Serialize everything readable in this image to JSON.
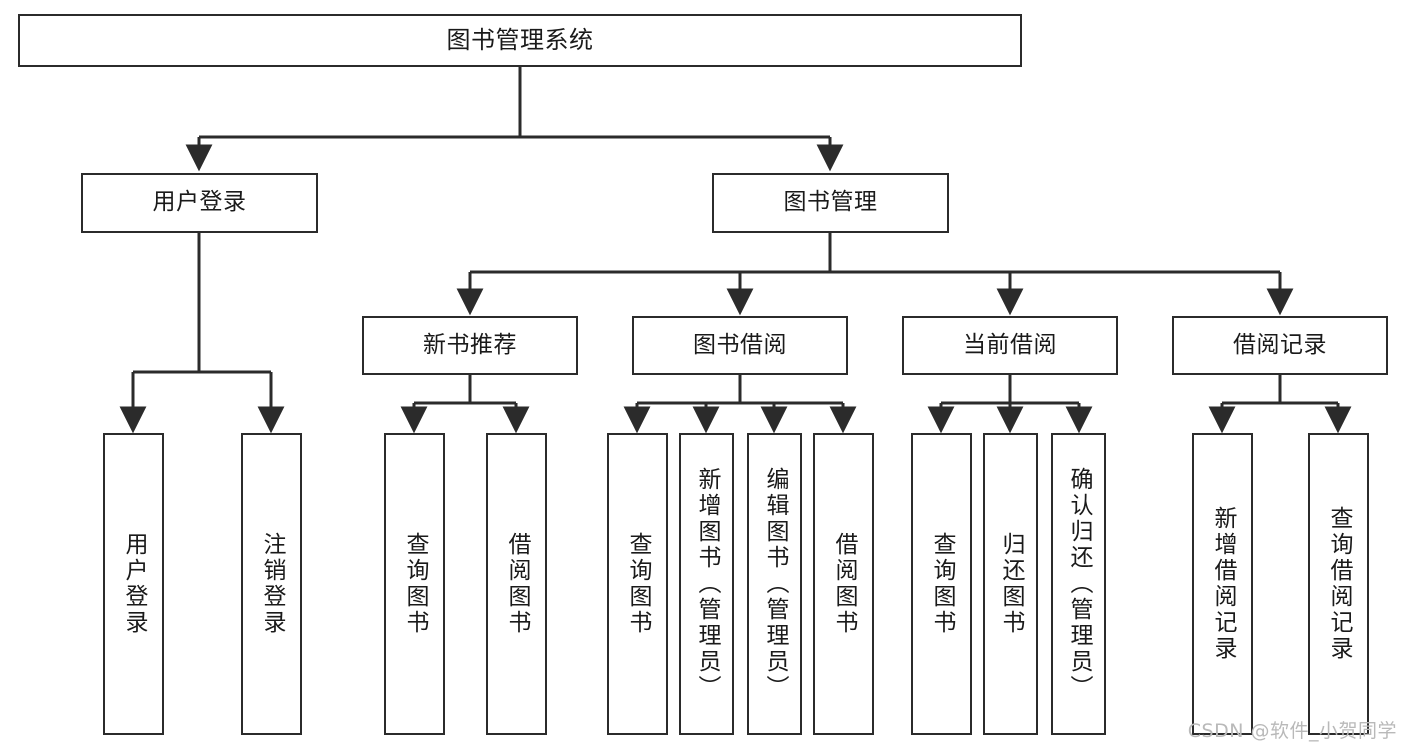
{
  "diagram": {
    "title": "图书管理系统",
    "type": "hierarchy-tree",
    "watermark": "CSDN @软件_小贺同学",
    "colors": {
      "box_border": "#2b2b2b",
      "box_fill": "#ffffff",
      "edge": "#2b2b2b",
      "watermark": "#b9b9b9",
      "background": "#ffffff"
    },
    "nodes": {
      "root": {
        "label": "图书管理系统"
      },
      "level2": [
        {
          "label": "用户登录"
        },
        {
          "label": "图书管理"
        }
      ],
      "level3": [
        {
          "label": "新书推荐"
        },
        {
          "label": "图书借阅"
        },
        {
          "label": "当前借阅"
        },
        {
          "label": "借阅记录"
        }
      ],
      "leaves": {
        "user_login": [
          {
            "label": "用户登录"
          },
          {
            "label": "注销登录"
          }
        ],
        "new_book_recommend": [
          {
            "label": "查询图书"
          },
          {
            "label": "借阅图书"
          }
        ],
        "book_borrow": [
          {
            "label": "查询图书"
          },
          {
            "label": "新增图书（管理员）"
          },
          {
            "label": "编辑图书（管理员）"
          },
          {
            "label": "借阅图书"
          }
        ],
        "current_borrow": [
          {
            "label": "查询图书"
          },
          {
            "label": "归还图书"
          },
          {
            "label": "确认归还（管理员）"
          }
        ],
        "borrow_record": [
          {
            "label": "新增借阅记录"
          },
          {
            "label": "查询借阅记录"
          }
        ]
      }
    }
  }
}
